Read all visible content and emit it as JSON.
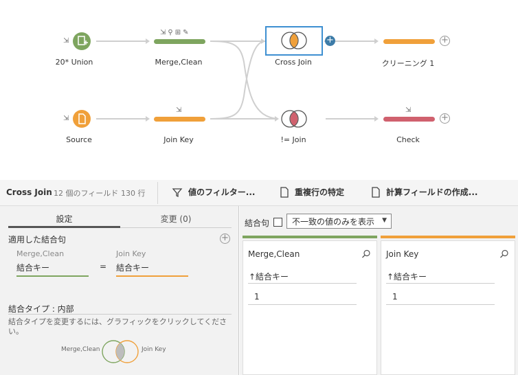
{
  "flow": {
    "nodes": [
      {
        "id": "union",
        "label": "20* Union"
      },
      {
        "id": "merge",
        "label": "Merge,Clean"
      },
      {
        "id": "crossjoin",
        "label": "Cross Join"
      },
      {
        "id": "cleaning",
        "label": "クリーニング 1"
      },
      {
        "id": "source",
        "label": "Source"
      },
      {
        "id": "joinkey",
        "label": "Join Key"
      },
      {
        "id": "neqjoin",
        "label": "!= Join"
      },
      {
        "id": "check",
        "label": "Check"
      }
    ],
    "colors": {
      "green": "#7ea55f",
      "orange": "#f0a03a",
      "red": "#d0616e",
      "blue": "#3d7ca8",
      "link": "#cfcfcf"
    }
  },
  "toolbar": {
    "title": "Cross Join",
    "fields": "12 個のフィールド",
    "rows": "130 行",
    "filter": "値のフィルター...",
    "dup": "重複行の特定",
    "calc": "計算フィールドの作成..."
  },
  "left": {
    "tab_settings": "設定",
    "tab_changes": "変更 (0)",
    "applied_clause": "適用した結合句",
    "left_source": "Merge,Clean",
    "right_source": "Join Key",
    "left_key": "結合キー",
    "right_key": "結合キー",
    "equals": "=",
    "join_type": "結合タイプ : 内部",
    "hint": "結合タイプを変更するには、グラフィックをクリックしてください。",
    "venn_left": "Merge,Clean",
    "venn_right": "Join Key"
  },
  "right": {
    "clause_label": "結合句",
    "select_value": "不一致の値のみを表示",
    "cards": [
      {
        "title": "Merge,Clean",
        "field": "↑結合キー",
        "value": "1"
      },
      {
        "title": "Join Key",
        "field": "↑結合キー",
        "value": "1"
      }
    ]
  }
}
